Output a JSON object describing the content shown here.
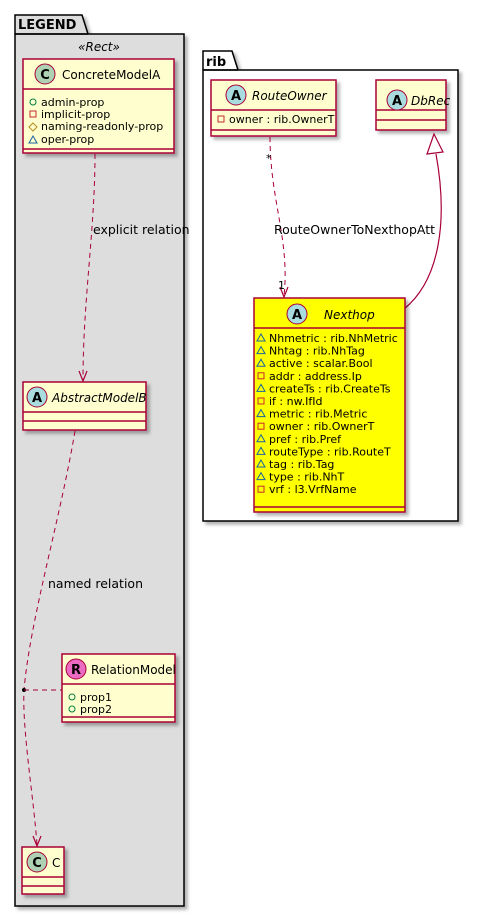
{
  "colors": {
    "legend_bg": "#dddddd",
    "class_bg": "#fefece",
    "highlight_bg": "#ffff00",
    "border": "#a80036",
    "badge_class": "#add1b2",
    "badge_abstract": "#a9dcdf",
    "badge_relation": "#eb6bc3",
    "vis_public": "#038048",
    "vis_protected": "#b38d22",
    "vis_package": "#1963a0"
  },
  "legend": {
    "title": "LEGEND",
    "stereotype": "«Rect»",
    "concrete": {
      "badge": "C",
      "name": "ConcreteModelA",
      "attrs": [
        {
          "vis": "public",
          "text": "admin-prop"
        },
        {
          "vis": "private",
          "text": "implicit-prop"
        },
        {
          "vis": "protected",
          "text": "naming-readonly-prop"
        },
        {
          "vis": "package",
          "text": "oper-prop"
        }
      ]
    },
    "explicit_label": "explicit relation",
    "abstract": {
      "badge": "A",
      "name": "AbstractModelB"
    },
    "named_label": "named relation",
    "relation": {
      "badge": "R",
      "name": "RelationModel",
      "attrs": [
        {
          "vis": "public",
          "text": "prop1"
        },
        {
          "vis": "public",
          "text": "prop2"
        }
      ]
    },
    "c": {
      "badge": "C",
      "name": "C"
    }
  },
  "rib": {
    "title": "rib",
    "route_owner": {
      "badge": "A",
      "name": "RouteOwner",
      "attrs": [
        {
          "vis": "private",
          "text": "owner : rib.OwnerT"
        }
      ]
    },
    "dbrec": {
      "badge": "A",
      "name": "DbRec"
    },
    "assoc_label": "RouteOwnerToNexthopAtt",
    "mult_source": "*",
    "mult_target": "1",
    "nexthop": {
      "badge": "A",
      "name": "Nexthop",
      "attrs": [
        {
          "vis": "package",
          "text": "Nhmetric : rib.NhMetric"
        },
        {
          "vis": "package",
          "text": "Nhtag : rib.NhTag"
        },
        {
          "vis": "package",
          "text": "active : scalar.Bool"
        },
        {
          "vis": "private",
          "text": "addr : address.Ip"
        },
        {
          "vis": "package",
          "text": "createTs : rib.CreateTs"
        },
        {
          "vis": "private",
          "text": "if : nw.IfId"
        },
        {
          "vis": "package",
          "text": "metric : rib.Metric"
        },
        {
          "vis": "private",
          "text": "owner : rib.OwnerT"
        },
        {
          "vis": "package",
          "text": "pref : rib.Pref"
        },
        {
          "vis": "package",
          "text": "routeType : rib.RouteT"
        },
        {
          "vis": "package",
          "text": "tag : rib.Tag"
        },
        {
          "vis": "package",
          "text": "type : rib.NhT"
        },
        {
          "vis": "private",
          "text": "vrf : l3.VrfName"
        }
      ]
    }
  }
}
